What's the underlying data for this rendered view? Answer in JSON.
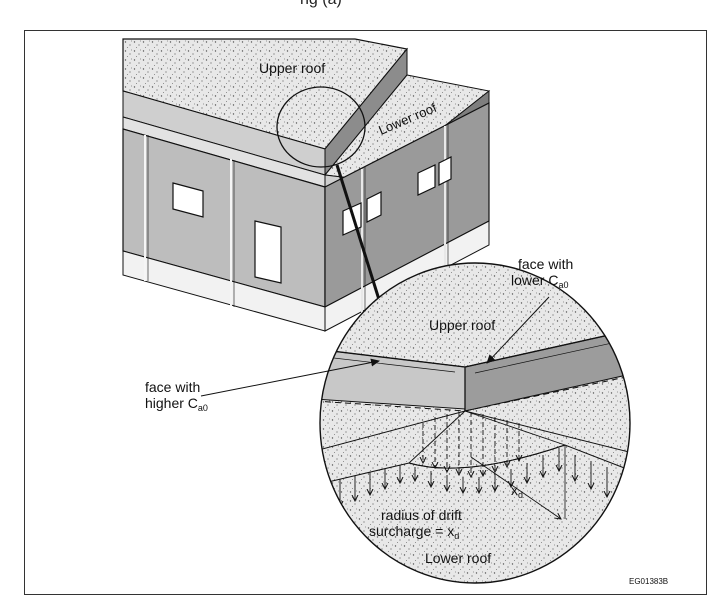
{
  "caption": "ng                  (a)",
  "labels": {
    "upper_roof_top": "Upper roof",
    "lower_roof_top": "Lower roof",
    "face_lower_line1": "face with",
    "face_lower_line2": "lower C",
    "face_lower_sub": "a0",
    "upper_roof_detail": "Upper roof",
    "face_higher_line1": "face with",
    "face_higher_line2": "higher C",
    "face_higher_sub": "a0",
    "xd_main": "x",
    "xd_sub": "d",
    "radius_line1": "radius of drift",
    "radius_line2": "surcharge = x",
    "radius_sub": "d",
    "lower_roof_detail": "Lower roof",
    "figure_code": "EG01383B"
  },
  "colors": {
    "roof_fill": "#e6e6e6",
    "wall_front": "#bdbdbd",
    "wall_side": "#9a9a9a",
    "base": "#f4f4f4",
    "line": "#111111"
  }
}
